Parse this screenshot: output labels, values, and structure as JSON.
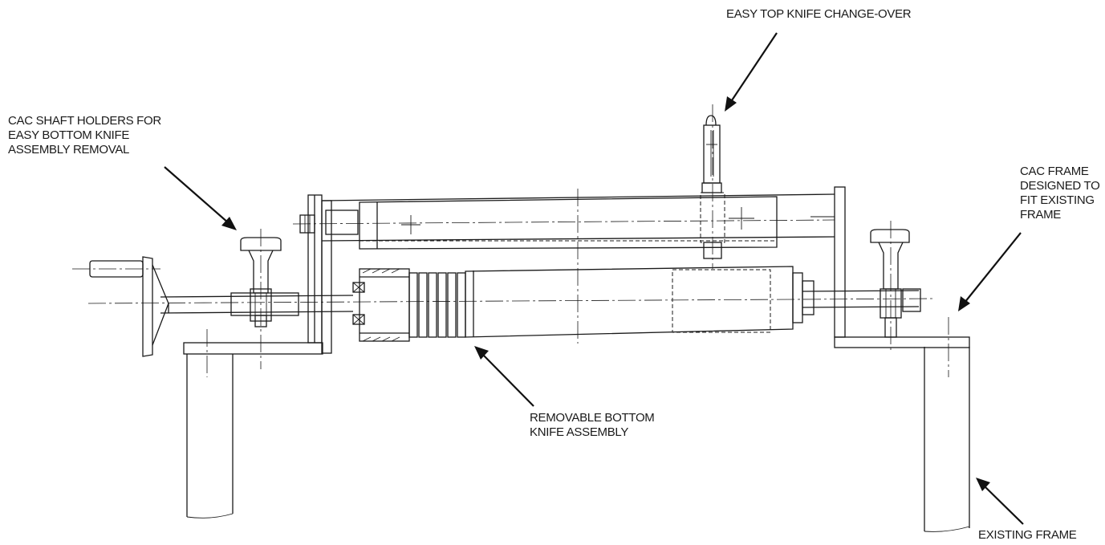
{
  "callouts": {
    "top_knife": [
      "EASY TOP KNIFE CHANGE-OVER"
    ],
    "shaft_holders": [
      "CAC SHAFT HOLDERS FOR",
      "EASY BOTTOM KNIFE",
      "ASSEMBLY REMOVAL"
    ],
    "cac_frame": [
      "CAC FRAME",
      "DESIGNED TO",
      "FIT EXISTING",
      "FRAME"
    ],
    "bottom_knife": [
      "REMOVABLE BOTTOM",
      "KNIFE ASSEMBLY"
    ],
    "existing_frame": [
      "EXISTING FRAME"
    ]
  }
}
